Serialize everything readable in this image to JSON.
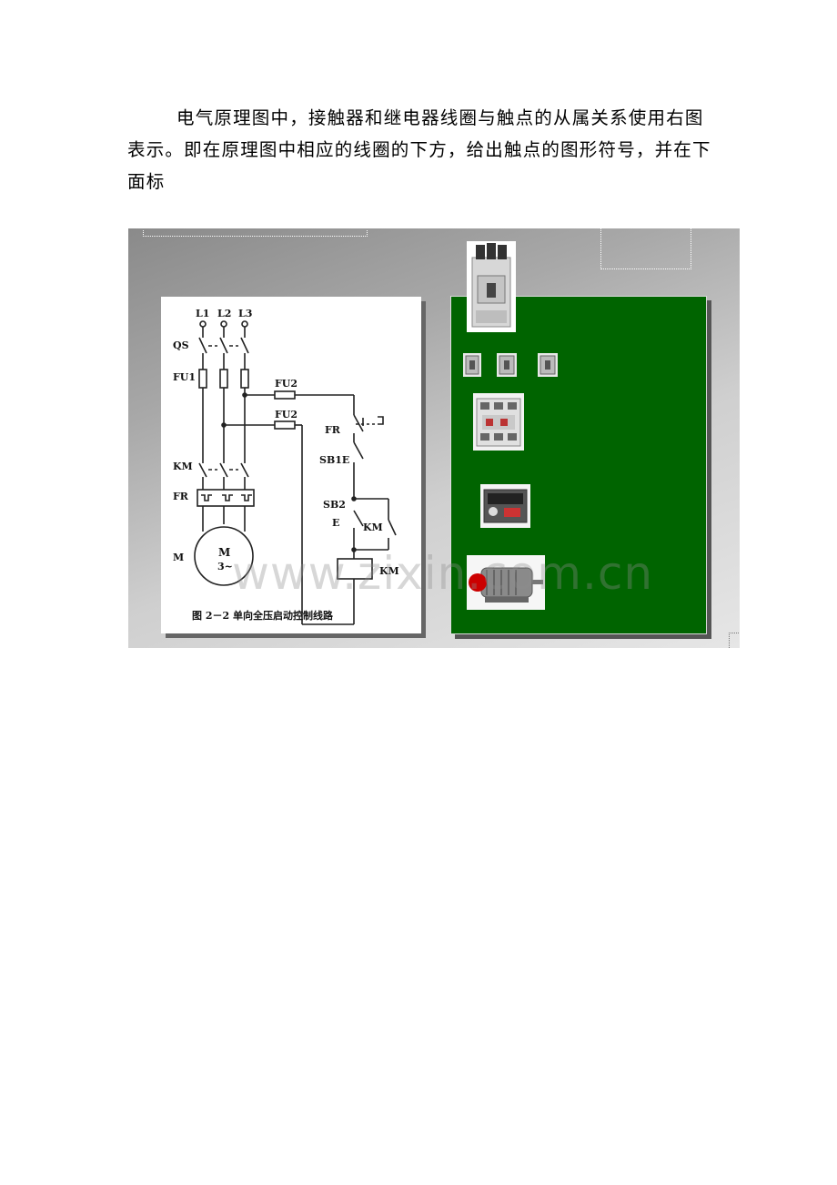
{
  "paragraph": "电气原理图中，接触器和继电器线圈与触点的从属关系使用右图表示。即在原理图中相应的线圈的下方，给出触点的图形符号，并在下面标",
  "schematic": {
    "labels": {
      "l1": "L1",
      "l2": "L2",
      "l3": "L3",
      "qs": "QS",
      "fu1": "FU1",
      "fu2a": "FU2",
      "fu2b": "FU2",
      "fr_left": "FR",
      "fr_right": "FR",
      "km_left": "KM",
      "sb1": "SB1E",
      "sb2": "SB2",
      "sb2e": "E",
      "km_contact": "KM",
      "km_coil": "KM",
      "motor": "M",
      "motor_inner": "M",
      "motor_phase": "3~"
    },
    "caption": "图 2－2    单向全压启动控制线路"
  },
  "watermark": "www.zixin.com.cn",
  "colors": {
    "slide_green": "#006400"
  }
}
